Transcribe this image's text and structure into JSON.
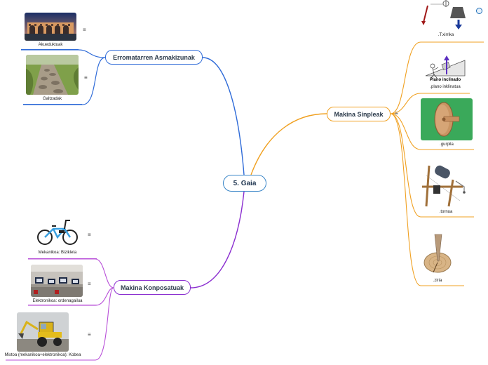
{
  "center": {
    "label": "5. Gaia"
  },
  "branches": {
    "erromatarren": {
      "label": "Erromatarren Asmakizunak",
      "color": "#2f6bd8",
      "items": [
        {
          "caption": "Akueduktuak",
          "image": "aqueduct-photo"
        },
        {
          "caption": "Galtzadak",
          "image": "roman-road-photo"
        }
      ]
    },
    "sinpleak": {
      "label": "Makina Sinpleak",
      "color": "#f0a020",
      "items": [
        {
          "caption": ".T.xirrika",
          "image": "pulley-diagram"
        },
        {
          "caption": ".plano inklinatua",
          "image": "inclined-plane-drawing",
          "inner_label": "Plano inclinado"
        },
        {
          "caption": ".gurpila",
          "image": "wooden-wheel-photo"
        },
        {
          "caption": ".tornua",
          "image": "windlass-drawing"
        },
        {
          "caption": ".ziria",
          "image": "wedge-in-log-photo"
        }
      ]
    },
    "konposatuak": {
      "label": "Makina Konposatuak",
      "color": "#8b2fd0",
      "items": [
        {
          "caption": "Mekanikoa: Bizikleta",
          "image": "bicycle-photo"
        },
        {
          "caption": "Elektronikoa: ordenagailua",
          "image": "computer-room-photo"
        },
        {
          "caption": "Mistoa (mekanikoa+elektronikoa): Kobea",
          "image": "backhoe-photo"
        }
      ]
    }
  },
  "menu_glyph": "≡"
}
